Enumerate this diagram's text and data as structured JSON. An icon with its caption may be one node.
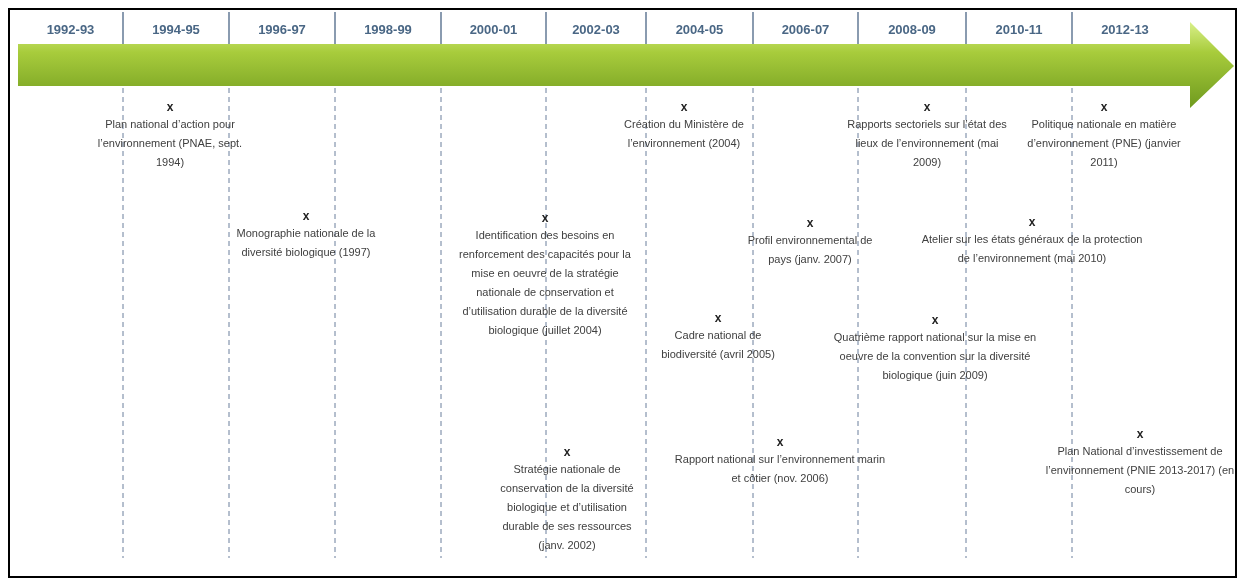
{
  "diagram": {
    "labels": [
      "1992-93",
      "1994-95",
      "1996-97",
      "1998-99",
      "2000-01",
      "2002-03",
      "2004-05",
      "2006-07",
      "2008-09",
      "2010-11",
      "2012-13",
      "x",
      "Plan national d’action pour l’environnement (PNAE, sept. 1994)",
      "x",
      "Monographie nationale de la diversité biologique (1997)",
      "x",
      "Identification des besoins en renforcement des capacités pour la mise en oeuvre de la stratégie nationale de conservation et d’utilisation durable de la diversité biologique (juillet 2004)",
      "x",
      "Stratégie nationale de conservation de la diversité biologique et d’utilisation durable de ses ressources (janv. 2002)",
      "x",
      "Création du Ministère de l’environnement (2004)",
      "x",
      "Cadre national de biodiversité (avril 2005)",
      "x",
      "Rapport national sur l’environnement marin et côtier (nov. 2006)",
      "x",
      "Profil environnemental de pays (janv. 2007)",
      "x",
      "Rapports sectoriels sur l’état des lieux de l’environnement (mai 2009)",
      "x",
      "Atelier sur les états généraux de la protection de l’environnement (mai 2010)",
      "x",
      "Quatrième rapport national sur la mise en oeuvre de la convention sur la diversité biologique (juin 2009)",
      "x",
      "Politique nationale en matière d’environnement (PNE) (janvier 2011)",
      "x",
      "Plan National d’investissement de l’environnement (PNIE 2013-2017) (en cours)"
    ]
  }
}
